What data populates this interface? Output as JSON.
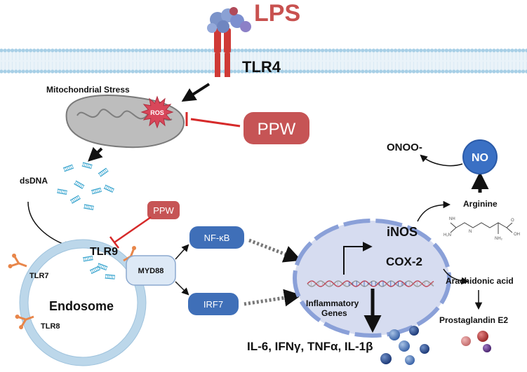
{
  "labels": {
    "lps": "LPS",
    "tlr4": "TLR4",
    "mito_stress": "Mitochondrial Stress",
    "ros": "ROS",
    "ppw_main": "PPW",
    "ppw_small": "PPW",
    "dsdna": "dsDNA",
    "tlr9": "TLR9",
    "tlr7": "TLR7",
    "tlr8": "TLR8",
    "endosome": "Endosome",
    "myd88": "MYD88",
    "nfkb": "NF-κB",
    "irf7": "IRF7",
    "inos": "iNOS",
    "cox2": "COX-2",
    "inflam_genes_line1": "Inflammatory",
    "inflam_genes_line2": "Genes",
    "onoo": "ONOO-",
    "no": "NO",
    "arginine": "Arginine",
    "arachidonic": "Arachidonic acid",
    "prostaglandin": "Prostaglandin E2",
    "cytokines": "IL-6, IFNγ, TNFα, IL-1β"
  },
  "colors": {
    "lps_red": "#c8514f",
    "ppw_fill": "#c65455",
    "inhibit_red": "#d62a2a",
    "membrane": "#a7cfe6",
    "membrane_tail": "#d6e8f3",
    "receptor": "#cf3a36",
    "ros_star": "#d8475a",
    "mito_fill": "#bdbdbd",
    "dna_cyan": "#3aa5cf",
    "endosome_ring": "#bcd7ea",
    "tlr_orange": "#e8864a",
    "myd88_fill": "#dde9f6",
    "nfkb_fill": "#3f6fb8",
    "nucleus_fill": "#d6dcf0",
    "nucleus_border": "#8aa0d8",
    "no_fill": "#3a70c4",
    "dot_purple": "#6a3d8f"
  },
  "icons": [
    "lps-protein-icon",
    "tlr4-receptor-icon",
    "mitochondrion-icon",
    "ros-burst-icon",
    "dsdna-fragments-icon",
    "endosome-icon",
    "tlr-receptor-icon",
    "dna-helix-icon",
    "arginine-structure-icon",
    "cytokine-spheres-icon",
    "prostaglandin-spheres-icon"
  ]
}
